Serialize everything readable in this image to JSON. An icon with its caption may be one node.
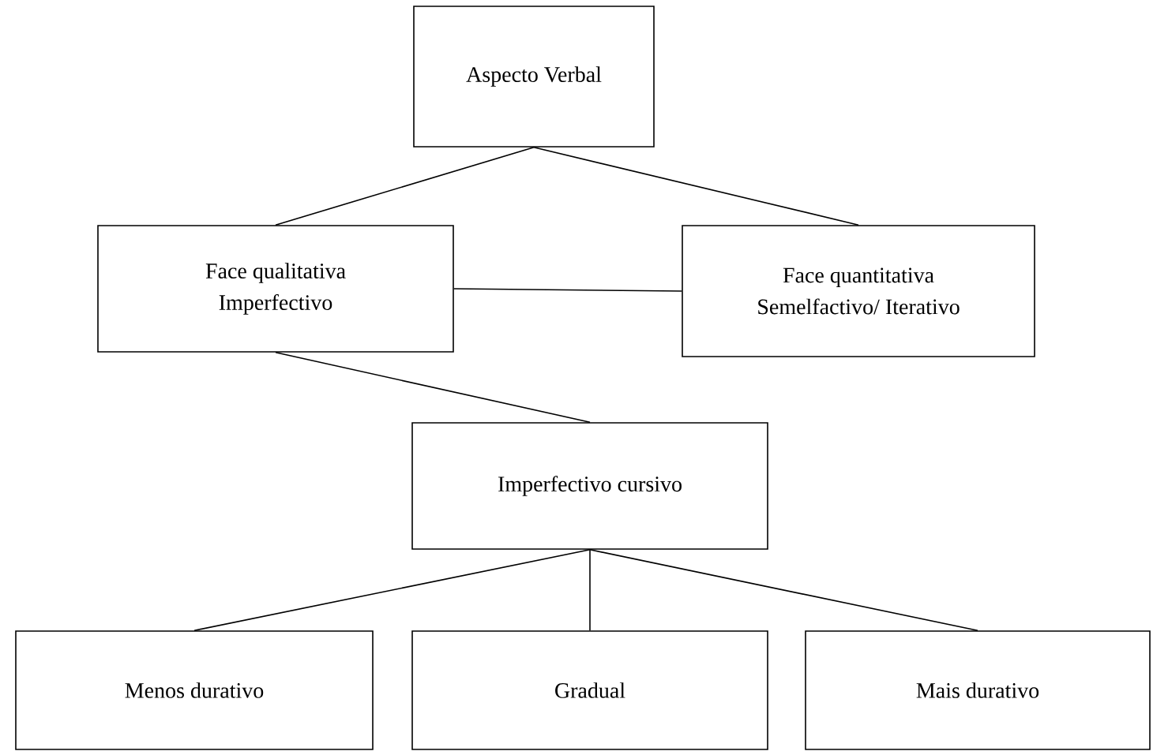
{
  "diagram": {
    "nodes": [
      {
        "text": [
          "Aspecto Verbal"
        ]
      },
      {
        "text": [
          "Face qualitativa",
          "Imperfectivo"
        ]
      },
      {
        "text": [
          "Face quantitativa",
          "Semelfactivo/ Iterativo"
        ]
      },
      {
        "text": [
          "Imperfectivo cursivo"
        ]
      },
      {
        "text": [
          "Menos durativo"
        ]
      },
      {
        "text": [
          "Gradual"
        ]
      },
      {
        "text": [
          "Mais durativo"
        ]
      }
    ],
    "edges": [
      {
        "from": 0,
        "to": 1,
        "arrow": "none"
      },
      {
        "from": 0,
        "to": 2,
        "arrow": "none"
      },
      {
        "from": 1,
        "to": 2,
        "arrow": "none"
      },
      {
        "from": 1,
        "to": 3,
        "arrow": "none"
      },
      {
        "from": 3,
        "to": 4,
        "arrow": "none"
      },
      {
        "from": 3,
        "to": 5,
        "arrow": "none"
      },
      {
        "from": 3,
        "to": 6,
        "arrow": "none"
      }
    ]
  }
}
